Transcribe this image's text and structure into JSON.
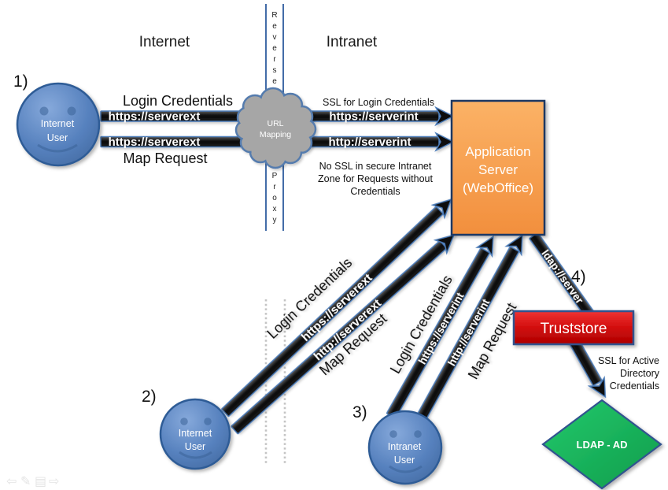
{
  "zones": {
    "internet": "Internet",
    "intranet": "Intranet"
  },
  "proxy": {
    "top": "Reverse",
    "bottom": "Proxy",
    "cloud_line1": "URL",
    "cloud_line2": "Mapping"
  },
  "markers": {
    "one": "1)",
    "two": "2)",
    "three": "3)",
    "four": "4)"
  },
  "users": {
    "user1": {
      "line1": "Internet",
      "line2": "User"
    },
    "user2": {
      "line1": "Internet",
      "line2": "User"
    },
    "user3": {
      "line1": "Intranet",
      "line2": "User"
    }
  },
  "app_server": {
    "line1": "Application",
    "line2": "Server",
    "line3": "(WebOffice)"
  },
  "truststore": {
    "label": "Truststore"
  },
  "ldap_node": {
    "label": "LDAP - AD"
  },
  "flow1": {
    "above": "Login Credentials",
    "bar1_left": "https://serverext",
    "bar1_right": "https://serverint",
    "bar2_left": "https://serverext",
    "bar2_right": "http://serverint",
    "below": "Map Request",
    "ssl_note": "SSL for Login Credentials",
    "nossl_l1": "No SSL in secure Intranet",
    "nossl_l2": "Zone for Requests without",
    "nossl_l3": "Credentials"
  },
  "flow2": {
    "above": "Login Credentials",
    "bar1": "https://serverext",
    "bar2": "http://serverext",
    "below": "Map Request"
  },
  "flow3": {
    "above": "Login Credentials",
    "bar1": "https://serverint",
    "bar2": "http://serverint",
    "below": "Map Request"
  },
  "flow4": {
    "label": "ldap://server",
    "note_l1": "SSL for Active",
    "note_l2": "Directory",
    "note_l3": "Credentials"
  },
  "colors": {
    "user_blue": "#4C77B5",
    "app_orange": "#F79646",
    "trust_red": "#D01010",
    "ldap_green": "#12AC55",
    "cloud_gray": "#A6A6A6",
    "arrow_black": "#000000",
    "outline_blue": "#2E5C9E"
  },
  "toolbar": {
    "icons": [
      {
        "name": "back-arrow-icon",
        "glyph": "⇦"
      },
      {
        "name": "pen-icon",
        "glyph": "✎"
      },
      {
        "name": "notes-icon",
        "glyph": "▤"
      },
      {
        "name": "forward-arrow-icon",
        "glyph": "⇨"
      }
    ]
  }
}
